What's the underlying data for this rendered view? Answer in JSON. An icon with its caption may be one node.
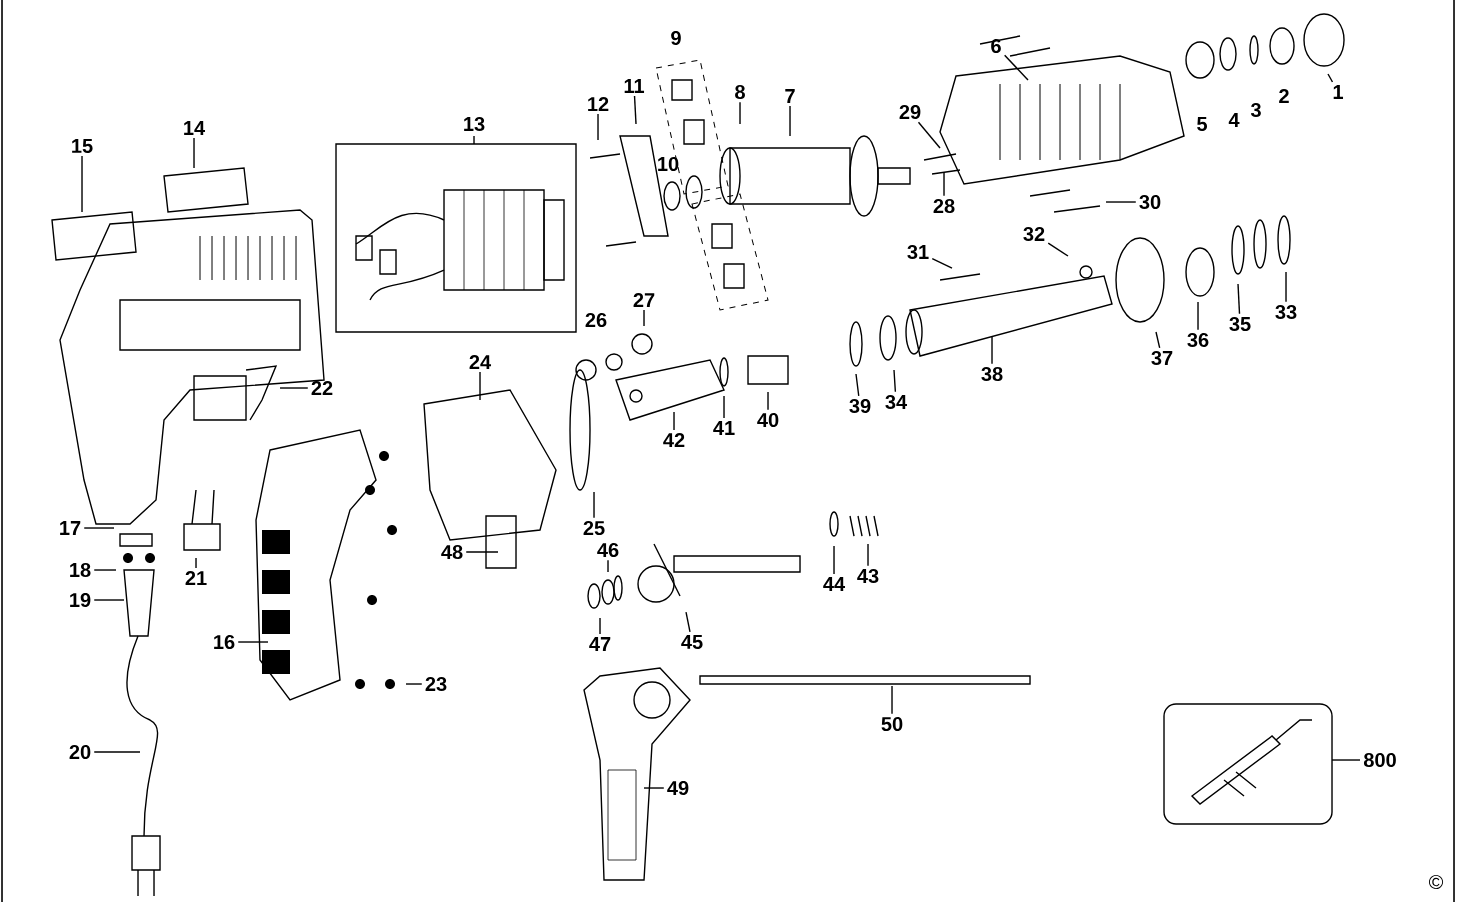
{
  "diagram": {
    "nodes": [
      {
        "text": [
          "1"
        ]
      },
      {
        "text": [
          "2"
        ]
      },
      {
        "text": [
          "3"
        ]
      },
      {
        "text": [
          "4"
        ]
      },
      {
        "text": [
          "5"
        ]
      },
      {
        "text": [
          "6"
        ]
      },
      {
        "text": [
          "7"
        ]
      },
      {
        "text": [
          "8"
        ]
      },
      {
        "text": [
          "9"
        ]
      },
      {
        "text": [
          "10"
        ]
      },
      {
        "text": [
          "11"
        ]
      },
      {
        "text": [
          "12"
        ]
      },
      {
        "text": [
          "13"
        ]
      },
      {
        "text": [
          "14"
        ]
      },
      {
        "text": [
          "15"
        ]
      },
      {
        "text": [
          "16"
        ]
      },
      {
        "text": [
          "17"
        ]
      },
      {
        "text": [
          "18"
        ]
      },
      {
        "text": [
          "19"
        ]
      },
      {
        "text": [
          "20"
        ]
      },
      {
        "text": [
          "21"
        ]
      },
      {
        "text": [
          "22"
        ]
      },
      {
        "text": [
          "23"
        ]
      },
      {
        "text": [
          "24"
        ]
      },
      {
        "text": [
          "25"
        ]
      },
      {
        "text": [
          "26"
        ]
      },
      {
        "text": [
          "27"
        ]
      },
      {
        "text": [
          "28"
        ]
      },
      {
        "text": [
          "29"
        ]
      },
      {
        "text": [
          "30"
        ]
      },
      {
        "text": [
          "31"
        ]
      },
      {
        "text": [
          "32"
        ]
      },
      {
        "text": [
          "33"
        ]
      },
      {
        "text": [
          "34"
        ]
      },
      {
        "text": [
          "35"
        ]
      },
      {
        "text": [
          "36"
        ]
      },
      {
        "text": [
          "37"
        ]
      },
      {
        "text": [
          "38"
        ]
      },
      {
        "text": [
          "39"
        ]
      },
      {
        "text": [
          "40"
        ]
      },
      {
        "text": [
          "41"
        ]
      },
      {
        "text": [
          "42"
        ]
      },
      {
        "text": [
          "43"
        ]
      },
      {
        "text": [
          "44"
        ]
      },
      {
        "text": [
          "45"
        ]
      },
      {
        "text": [
          "46"
        ]
      },
      {
        "text": [
          "47"
        ]
      },
      {
        "text": [
          "48"
        ]
      },
      {
        "text": [
          "49"
        ]
      },
      {
        "text": [
          "50"
        ]
      },
      {
        "text": [
          "800"
        ]
      }
    ],
    "edges": [
      {
        "from": 0,
        "to": null,
        "arrow": "none"
      },
      {
        "from": 5,
        "to": null,
        "arrow": "none"
      },
      {
        "from": 6,
        "to": null,
        "arrow": "none"
      },
      {
        "from": 7,
        "to": null,
        "arrow": "none"
      },
      {
        "from": 10,
        "to": null,
        "arrow": "none"
      },
      {
        "from": 11,
        "to": null,
        "arrow": "none"
      },
      {
        "from": 13,
        "to": null,
        "arrow": "none"
      },
      {
        "from": 14,
        "to": null,
        "arrow": "none"
      },
      {
        "from": 15,
        "to": null,
        "arrow": "none"
      },
      {
        "from": 16,
        "to": null,
        "arrow": "none"
      },
      {
        "from": 17,
        "to": null,
        "arrow": "none"
      },
      {
        "from": 18,
        "to": null,
        "arrow": "none"
      },
      {
        "from": 19,
        "to": null,
        "arrow": "none"
      },
      {
        "from": 20,
        "to": null,
        "arrow": "none"
      },
      {
        "from": 21,
        "to": null,
        "arrow": "none"
      },
      {
        "from": 22,
        "to": null,
        "arrow": "none"
      },
      {
        "from": 23,
        "to": null,
        "arrow": "none"
      },
      {
        "from": 24,
        "to": null,
        "arrow": "none"
      },
      {
        "from": 26,
        "to": null,
        "arrow": "none"
      },
      {
        "from": 27,
        "to": null,
        "arrow": "none"
      },
      {
        "from": 28,
        "to": null,
        "arrow": "none"
      },
      {
        "from": 29,
        "to": null,
        "arrow": "none"
      },
      {
        "from": 30,
        "to": null,
        "arrow": "none"
      },
      {
        "from": 31,
        "to": null,
        "arrow": "none"
      },
      {
        "from": 32,
        "to": null,
        "arrow": "none"
      },
      {
        "from": 33,
        "to": null,
        "arrow": "none"
      },
      {
        "from": 34,
        "to": null,
        "arrow": "none"
      },
      {
        "from": 35,
        "to": null,
        "arrow": "none"
      },
      {
        "from": 36,
        "to": null,
        "arrow": "none"
      },
      {
        "from": 37,
        "to": null,
        "arrow": "none"
      },
      {
        "from": 38,
        "to": null,
        "arrow": "none"
      },
      {
        "from": 39,
        "to": null,
        "arrow": "none"
      },
      {
        "from": 40,
        "to": null,
        "arrow": "none"
      },
      {
        "from": 41,
        "to": null,
        "arrow": "none"
      },
      {
        "from": 42,
        "to": null,
        "arrow": "none"
      },
      {
        "from": 43,
        "to": null,
        "arrow": "none"
      },
      {
        "from": 44,
        "to": null,
        "arrow": "none"
      },
      {
        "from": 45,
        "to": null,
        "arrow": "none"
      },
      {
        "from": 46,
        "to": null,
        "arrow": "none"
      },
      {
        "from": 47,
        "to": null,
        "arrow": "none"
      },
      {
        "from": 48,
        "to": null,
        "arrow": "none"
      },
      {
        "from": 49,
        "to": null,
        "arrow": "none"
      }
    ],
    "labels": [
      "©"
    ]
  }
}
